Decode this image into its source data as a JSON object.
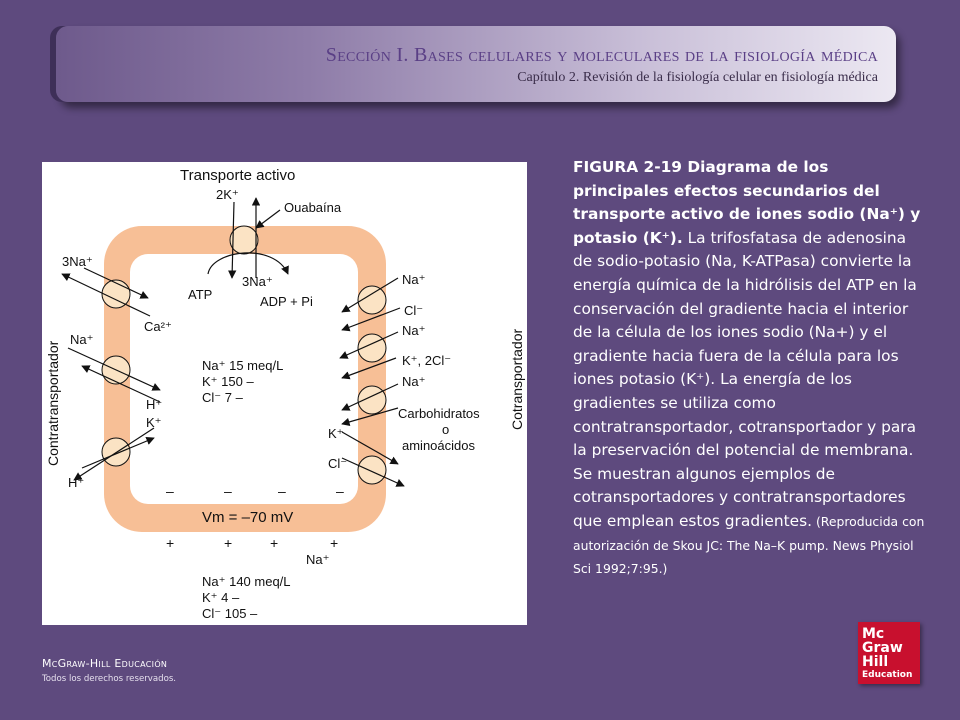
{
  "header": {
    "section_title": "Sección I.  Bases celulares y moleculares de la fisiología médica",
    "chapter": "Capítulo 2.  Revisión de la fisiología celular en fisiología médica"
  },
  "figure": {
    "title": "Transporte activo",
    "k_top": "2K⁺",
    "ouabaina": "Ouabaína",
    "na3_pump": "3Na⁺",
    "atp": "ATP",
    "adp": "ADP + Pi",
    "left_na3": "3Na⁺",
    "ca": "Ca²⁺",
    "left_na": "Na⁺",
    "h1": "H⁺",
    "k_left": "K⁺",
    "h2": "H⁺",
    "right_na1": "Na⁺",
    "right_cl1": "Cl⁻",
    "right_na2": "Na⁺",
    "right_k2cl": "K⁺, 2Cl⁻",
    "right_na3": "Na⁺",
    "carbs": "Carbohidratos",
    "o": "o",
    "amino": "aminoácidos",
    "right_k": "K⁺",
    "right_cl2": "Cl⁻",
    "in_na": "Na⁺  15 meq/L",
    "in_k": "K⁺   150   –",
    "in_cl": "Cl⁻      7    –",
    "minus": "–",
    "plus": "+",
    "vm": "Vm = –70 mV",
    "out_na_small": "Na⁺",
    "out_na": "Na⁺ 140 meq/L",
    "out_k": "K⁺       4     –",
    "out_cl": "Cl⁻   105    –",
    "left_label": "Contratransportador",
    "right_label": "Cotransportador",
    "membrane_color": "#f7bf96",
    "channel_color": "#fbe3c4"
  },
  "caption": {
    "bold": "FIGURA 2-19 Diagrama de los principales efectos secundarios del transporte activo de iones sodio (Na⁺) y potasio (K⁺).",
    "body": " La trifosfatasa de adenosina de sodio-potasio (Na, K-ATPasa) convierte la energía química de la hidrólisis del ATP en la conservación del gradiente hacia el interior de la célula de los iones sodio (Na+) y el gradiente hacia fuera de la célula para los iones potasio (K⁺). La energía de los gradientes se utiliza como contratransportador, cotransportador y para la preservación del potencial de membrana. Se muestran algunos ejemplos de cotransportadores y contratransportadores que emplean estos gradientes.",
    "source": " (Reproducida con autorización de Skou JC: The Na–K pump. News Physiol Sci 1992;7:95.)"
  },
  "footer": {
    "brand": "McGraw-Hill Educación",
    "rights": "Todos los derechos reservados.",
    "logo_1": "Mc",
    "logo_2": "Graw",
    "logo_3": "Hill",
    "logo_4": "Education"
  }
}
